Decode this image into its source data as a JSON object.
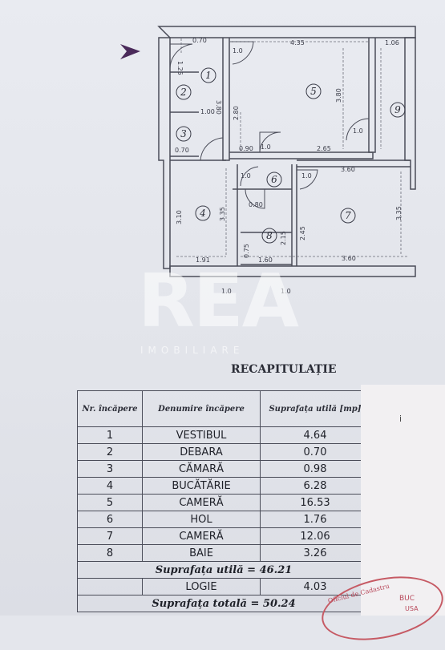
{
  "plan": {
    "rooms": [
      {
        "num": "1"
      },
      {
        "num": "2"
      },
      {
        "num": "3"
      },
      {
        "num": "4"
      },
      {
        "num": "5"
      },
      {
        "num": "6"
      },
      {
        "num": "7"
      },
      {
        "num": "8"
      },
      {
        "num": "9"
      }
    ],
    "dims": [
      "0.70",
      "4.35",
      "1.06",
      "3.80",
      "2.80",
      "1.00",
      "0.70",
      "0.90",
      "2.65",
      "3.80",
      "3.60",
      "3.10",
      "3.35",
      "0.80",
      "2.45",
      "3.35",
      "1.91",
      "1.60",
      "3.60",
      "2.15",
      "1.25",
      "0.75"
    ],
    "door_label": "1.0"
  },
  "watermark": {
    "letters": "REA",
    "sub": "IMOBILIARE"
  },
  "recap": {
    "title": "RECAPITULAȚIE",
    "headers": {
      "nr": "Nr. încăpere",
      "name": "Denumire încăpere",
      "area": "Suprafața utilă [mp]"
    },
    "rows": [
      {
        "nr": "1",
        "name": "VESTIBUL",
        "area": "4.64"
      },
      {
        "nr": "2",
        "name": "DEBARA",
        "area": "0.70"
      },
      {
        "nr": "3",
        "name": "CĂMARĂ",
        "area": "0.98"
      },
      {
        "nr": "4",
        "name": "BUCĂTĂRIE",
        "area": "6.28"
      },
      {
        "nr": "5",
        "name": "CAMERĂ",
        "area": "16.53"
      },
      {
        "nr": "6",
        "name": "HOL",
        "area": "1.76"
      },
      {
        "nr": "7",
        "name": "CAMERĂ",
        "area": "12.06"
      },
      {
        "nr": "8",
        "name": "BAIE",
        "area": "3.26"
      }
    ],
    "useful_total": "Suprafața utilă = 46.21",
    "logie_name": "LOGIE",
    "logie_area": "4.03",
    "total": "Suprafața totală = 50.24"
  },
  "stamp": {
    "letter": "i",
    "text": "Oficiul de Cadastru",
    "text2": "BUC",
    "text3": "USA"
  },
  "colors": {
    "ink": "#4a4c58",
    "stamp": "#c65a64",
    "arrow": "#4a2a5a"
  }
}
